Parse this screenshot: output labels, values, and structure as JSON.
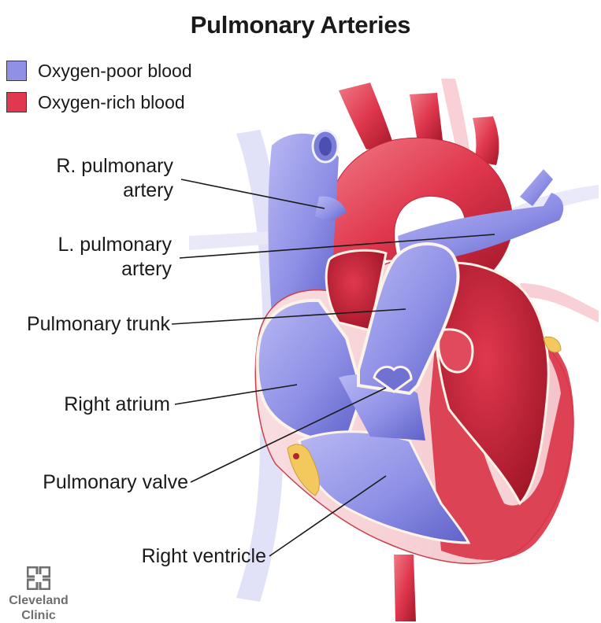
{
  "title": "Pulmonary Arteries",
  "legend": [
    {
      "label": "Oxygen-poor blood",
      "color": "#8f90e6"
    },
    {
      "label": "Oxygen-rich blood",
      "color": "#e0384e"
    }
  ],
  "labels": {
    "r_pulmonary_artery": "R. pulmonary\nartery",
    "l_pulmonary_artery": "L. pulmonary\nartery",
    "pulmonary_trunk": "Pulmonary trunk",
    "right_atrium": "Right atrium",
    "pulmonary_valve": "Pulmonary valve",
    "right_ventricle": "Right ventricle"
  },
  "logo": {
    "line1": "Cleveland",
    "line2": "Clinic"
  },
  "colors": {
    "oxygen_poor": "#8f90e6",
    "oxygen_poor_dark": "#5f62c9",
    "oxygen_rich": "#e0384e",
    "oxygen_rich_dark": "#b81f30",
    "muscle": "#f6cfd3",
    "outline": "#fbf3e8"
  }
}
